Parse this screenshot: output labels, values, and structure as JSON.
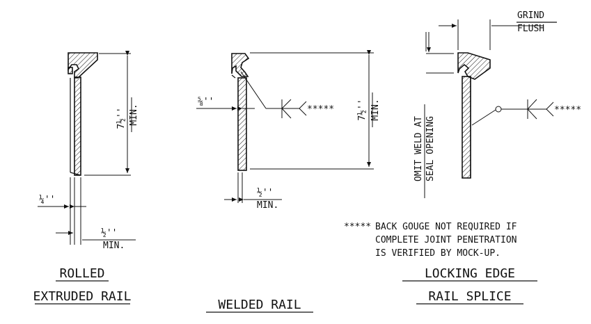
{
  "rolled": {
    "height_dim": "7½''",
    "height_min": "MIN.",
    "thickness_dim": "¼''",
    "offset_dim": "½''",
    "offset_min": "MIN.",
    "title_line1": "ROLLED",
    "title_line2": "EXTRUDED RAIL"
  },
  "welded": {
    "height_dim": "7½''",
    "height_min": "MIN.",
    "left_dim": "⅝''",
    "weld_symbol": "*****",
    "offset_dim": "½''",
    "offset_min": "MIN.",
    "title": "WELDED RAIL"
  },
  "locking": {
    "grind_line1": "GRIND",
    "grind_line2": "FLUSH",
    "omit_line1": "OMIT WELD AT",
    "omit_line2": "SEAL OPENING",
    "weld_symbol": "*****",
    "title_line1": "LOCKING EDGE",
    "title_line2": "RAIL SPLICE"
  },
  "note": {
    "marker": "*****",
    "line1": "BACK GOUGE NOT REQUIRED IF",
    "line2": "COMPLETE JOINT PENETRATION",
    "line3": "IS VERIFIED BY MOCK-UP."
  }
}
